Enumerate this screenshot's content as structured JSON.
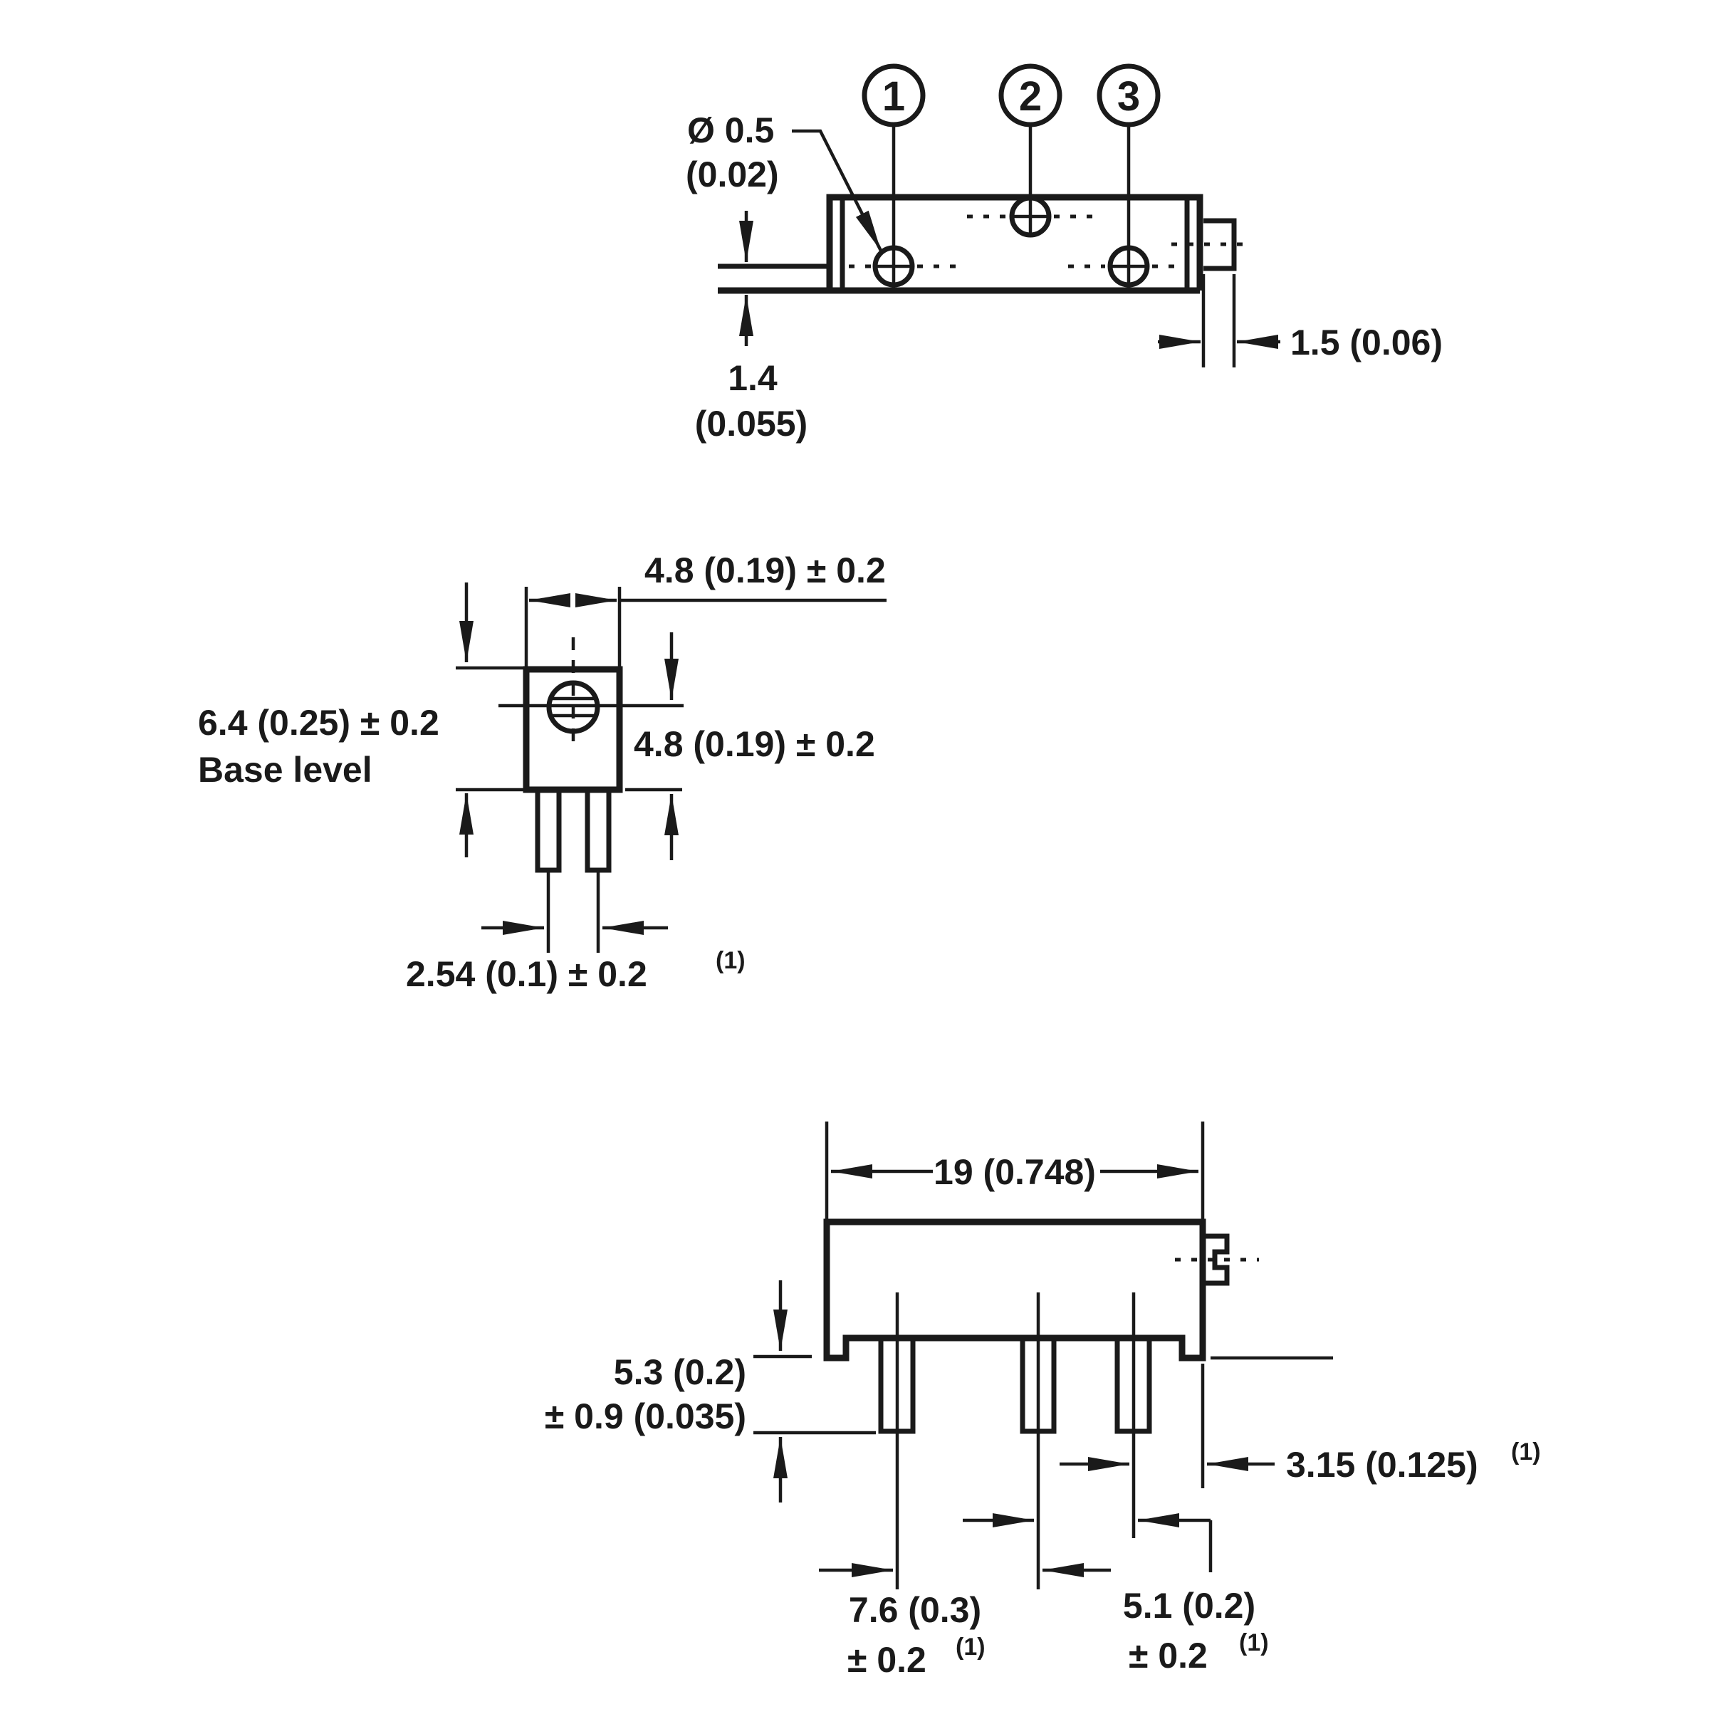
{
  "colors": {
    "ink": "#1a1a1a",
    "paper": "#ffffff"
  },
  "callouts": {
    "pin1": "1",
    "pin2": "2",
    "pin3": "3"
  },
  "top_view": {
    "hole_dia_mm": "Ø 0.5",
    "hole_dia_in": "(0.02)",
    "pin_offset_mm": "1.4",
    "pin_offset_in": "(0.055)",
    "screw_boss_width": "1.5 (0.06)"
  },
  "front_view": {
    "body_width": "4.8 (0.19) ± 0.2",
    "overall_height": "6.4 (0.25) ± 0.2",
    "overall_height_ref": "Base level",
    "screw_center_height": "4.8 (0.19) ± 0.2",
    "pin_pitch": "2.54 (0.1) ± 0.2",
    "pin_pitch_note": "(1)"
  },
  "side_view": {
    "body_length": "19 (0.748)",
    "pin_length": "5.3 (0.2)",
    "pin_length_tol": "± 0.9 (0.035)",
    "pin3_to_edge": "3.15 (0.125)",
    "pin3_to_edge_note": "(1)",
    "pin1_to_pin2": "7.6 (0.3)",
    "pin1_to_pin2_tol": "± 0.2",
    "pin1_to_pin2_note": "(1)",
    "pin2_to_pin3": "5.1 (0.2)",
    "pin2_to_pin3_tol": "± 0.2",
    "pin2_to_pin3_note": "(1)"
  }
}
